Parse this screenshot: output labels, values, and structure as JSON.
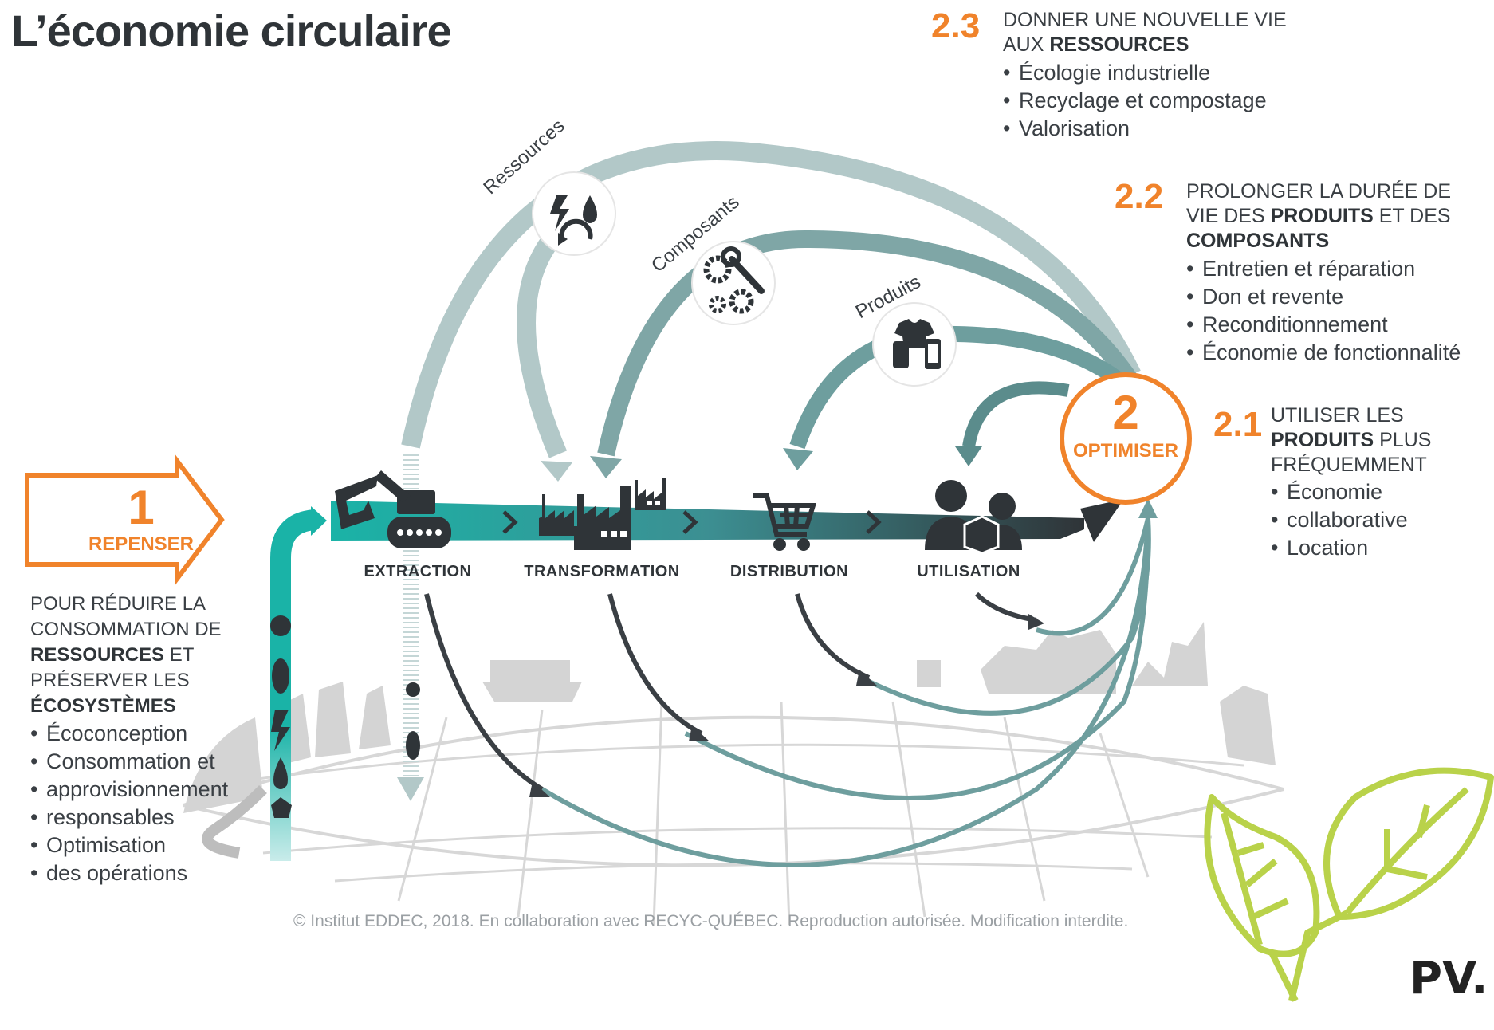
{
  "title": "L’économie circulaire",
  "repenser": {
    "number": "1",
    "label": "REPENSER",
    "intro_lines": [
      "POUR RÉDUIRE LA",
      "CONSOMMATION DE"
    ],
    "intro_bold1": "RESSOURCES",
    "intro_after1": " ET",
    "intro_line4": "PRÉSERVER LES",
    "intro_bold2": "ÉCOSYSTÈMES",
    "bullets": [
      "Écoconception",
      "Consommation et",
      "approvisionnement",
      "responsables",
      "Optimisation",
      "des opérations"
    ]
  },
  "optimiser": {
    "number": "2",
    "label": "OPTIMISER"
  },
  "s23": {
    "number": "2.3",
    "line1": "DONNER UNE NOUVELLE VIE",
    "line2_pre": "AUX ",
    "line2_bold": "RESSOURCES",
    "bullets": [
      "Écologie industrielle",
      "Recyclage et compostage",
      "Valorisation"
    ]
  },
  "s22": {
    "number": "2.2",
    "line1": "PROLONGER LA DURÉE DE",
    "line2_pre": "VIE DES ",
    "line2_bold": "PRODUITS",
    "line2_post": " ET DES",
    "line3_bold": "COMPOSANTS",
    "bullets": [
      "Entretien et réparation",
      "Don et revente",
      "Reconditionnement",
      "Économie de fonctionnalité"
    ]
  },
  "s21": {
    "number": "2.1",
    "line1": "UTILISER LES",
    "line2_bold": "PRODUITS",
    "line2_post": " PLUS",
    "line3": "FRÉQUEMMENT",
    "bullets": [
      "Économie",
      "collaborative",
      "Location"
    ]
  },
  "stages": [
    "EXTRACTION",
    "TRANSFORMATION",
    "DISTRIBUTION",
    "UTILISATION"
  ],
  "loops": [
    "Ressources",
    "Composants",
    "Produits"
  ],
  "copyright": "© Institut EDDEC, 2018. En collaboration avec RECYC-QUÉBEC. Reproduction autorisée. Modification interdite.",
  "logo": "PV.",
  "colors": {
    "orange": "#f0832b",
    "teal_light": "#b2c8c8",
    "teal": "#6e9e9e",
    "teal_dark": "#5b8c8c",
    "charcoal": "#3a3f44",
    "cyan": "#1ab3a7",
    "leaf": "#b9d24a"
  },
  "icons": [
    "excavator-icon",
    "factory-icon",
    "cart-icon",
    "people-icon",
    "recycle-icon",
    "gears-icon",
    "products-icon",
    "leaves-icon"
  ]
}
